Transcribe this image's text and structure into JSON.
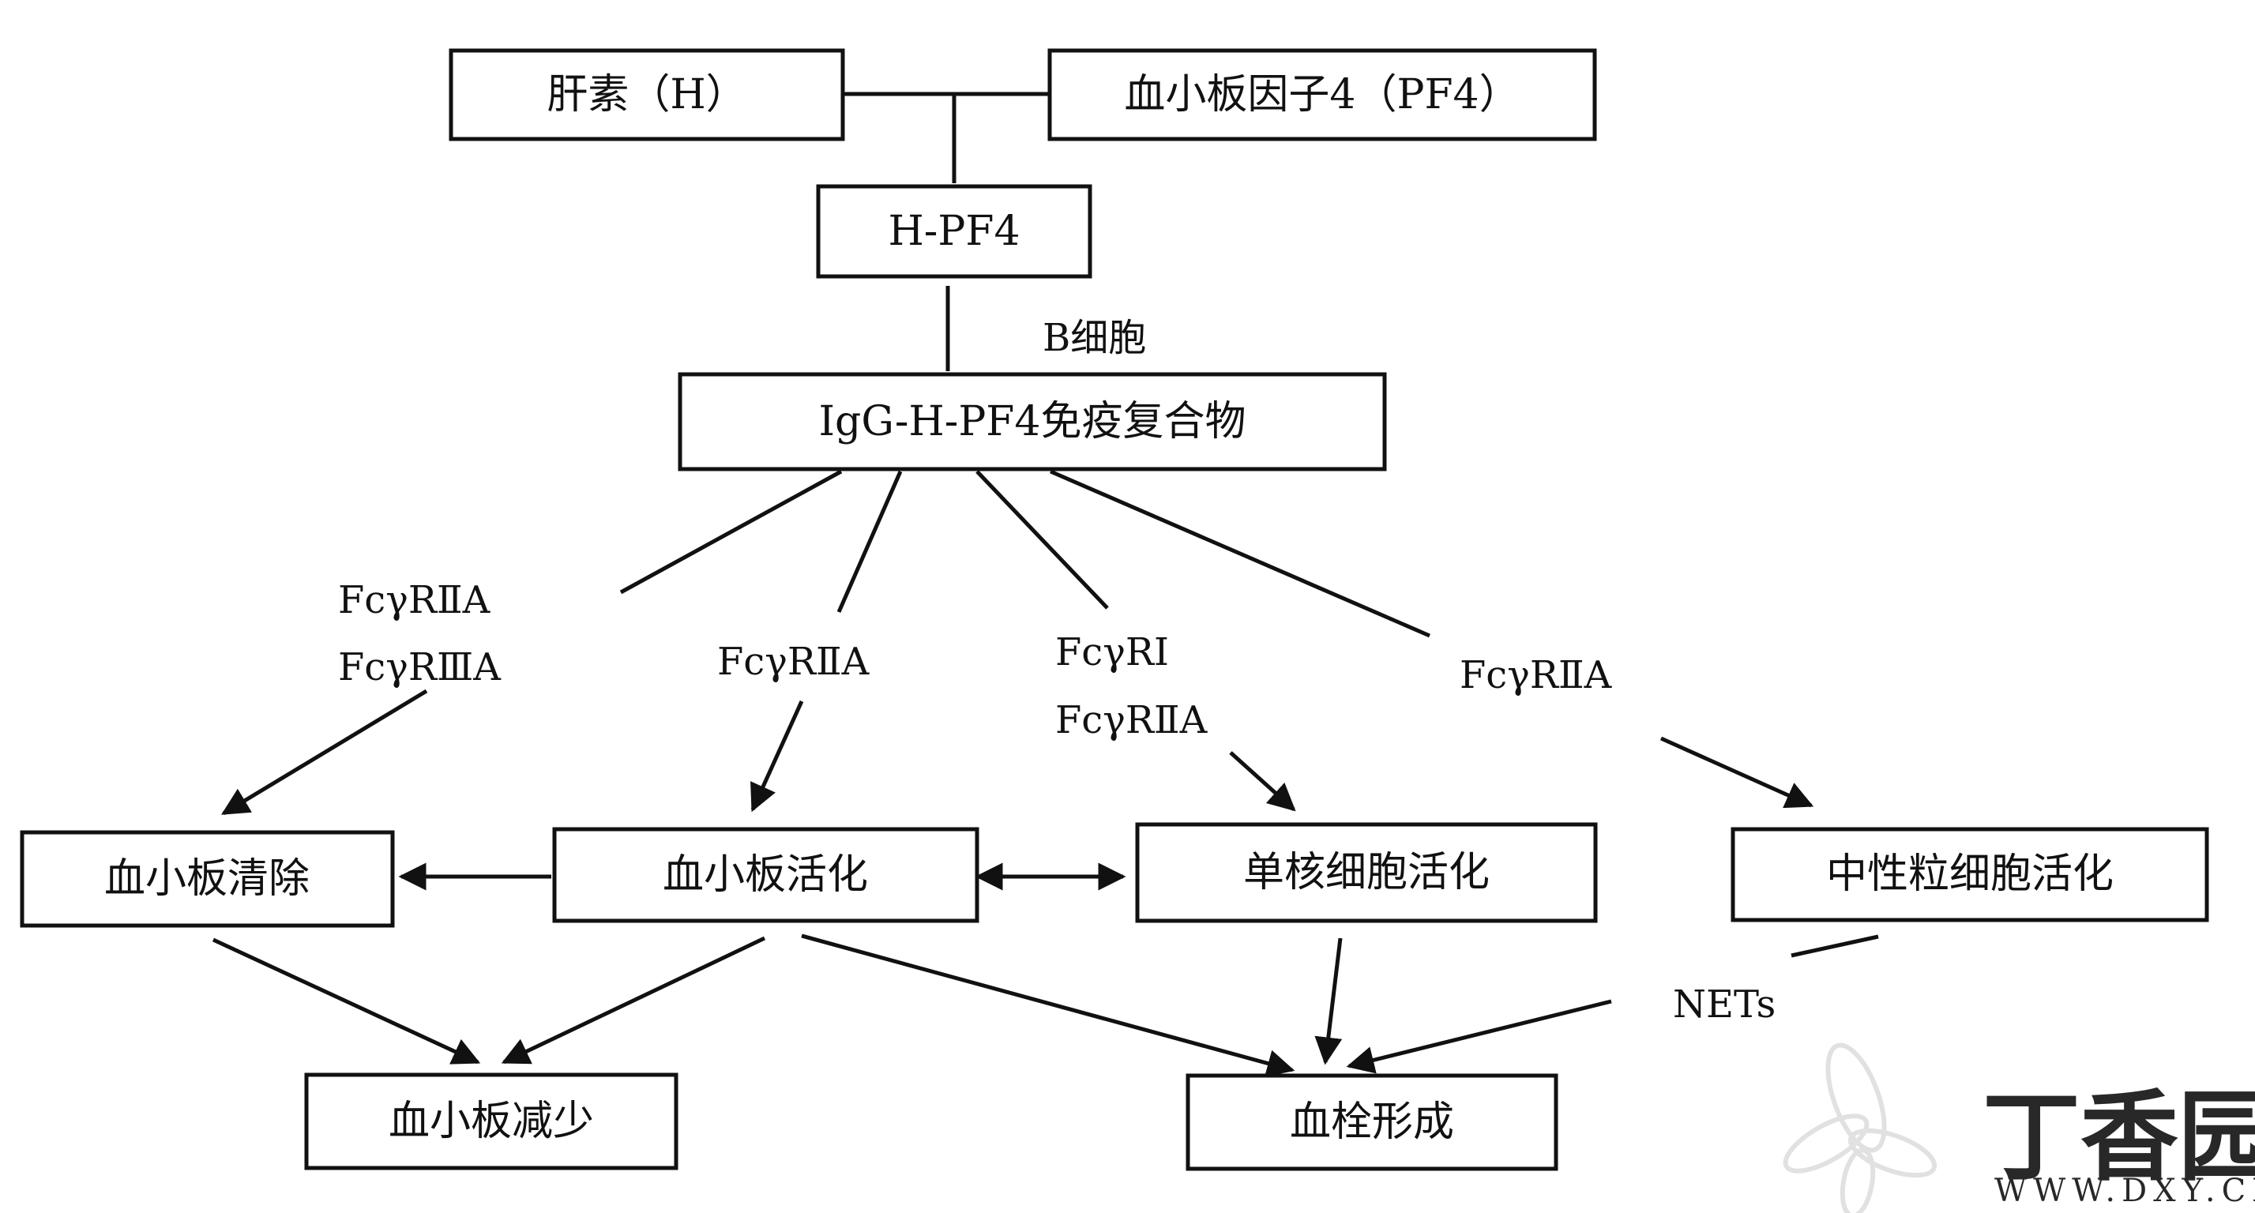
{
  "nodes": {
    "heparin": "肝素（H）",
    "pf4": "血小板因子4（PF4）",
    "hpf4": "H-PF4",
    "complex": "IgG-H-PF4免疫复合物",
    "platelet_clearance": "血小板清除",
    "platelet_activation": "血小板活化",
    "monocyte_activation": "单核细胞活化",
    "neutrophil_activation": "中性粒细胞活化",
    "thrombocytopenia": "血小板减少",
    "thrombosis": "血栓形成"
  },
  "edge_labels": {
    "b_cell": "B细胞",
    "clearance_r1": "FcγRⅡA",
    "clearance_r2": "FcγRⅢA",
    "activation_r": "FcγRⅡA",
    "monocyte_r1": "FcγRⅠ",
    "monocyte_r2": "FcγRⅡA",
    "neutrophil_r": "FcγRⅡA",
    "nets": "NETs"
  },
  "watermark": {
    "brand": "丁香园",
    "url": "WWW.DXY.CN"
  }
}
